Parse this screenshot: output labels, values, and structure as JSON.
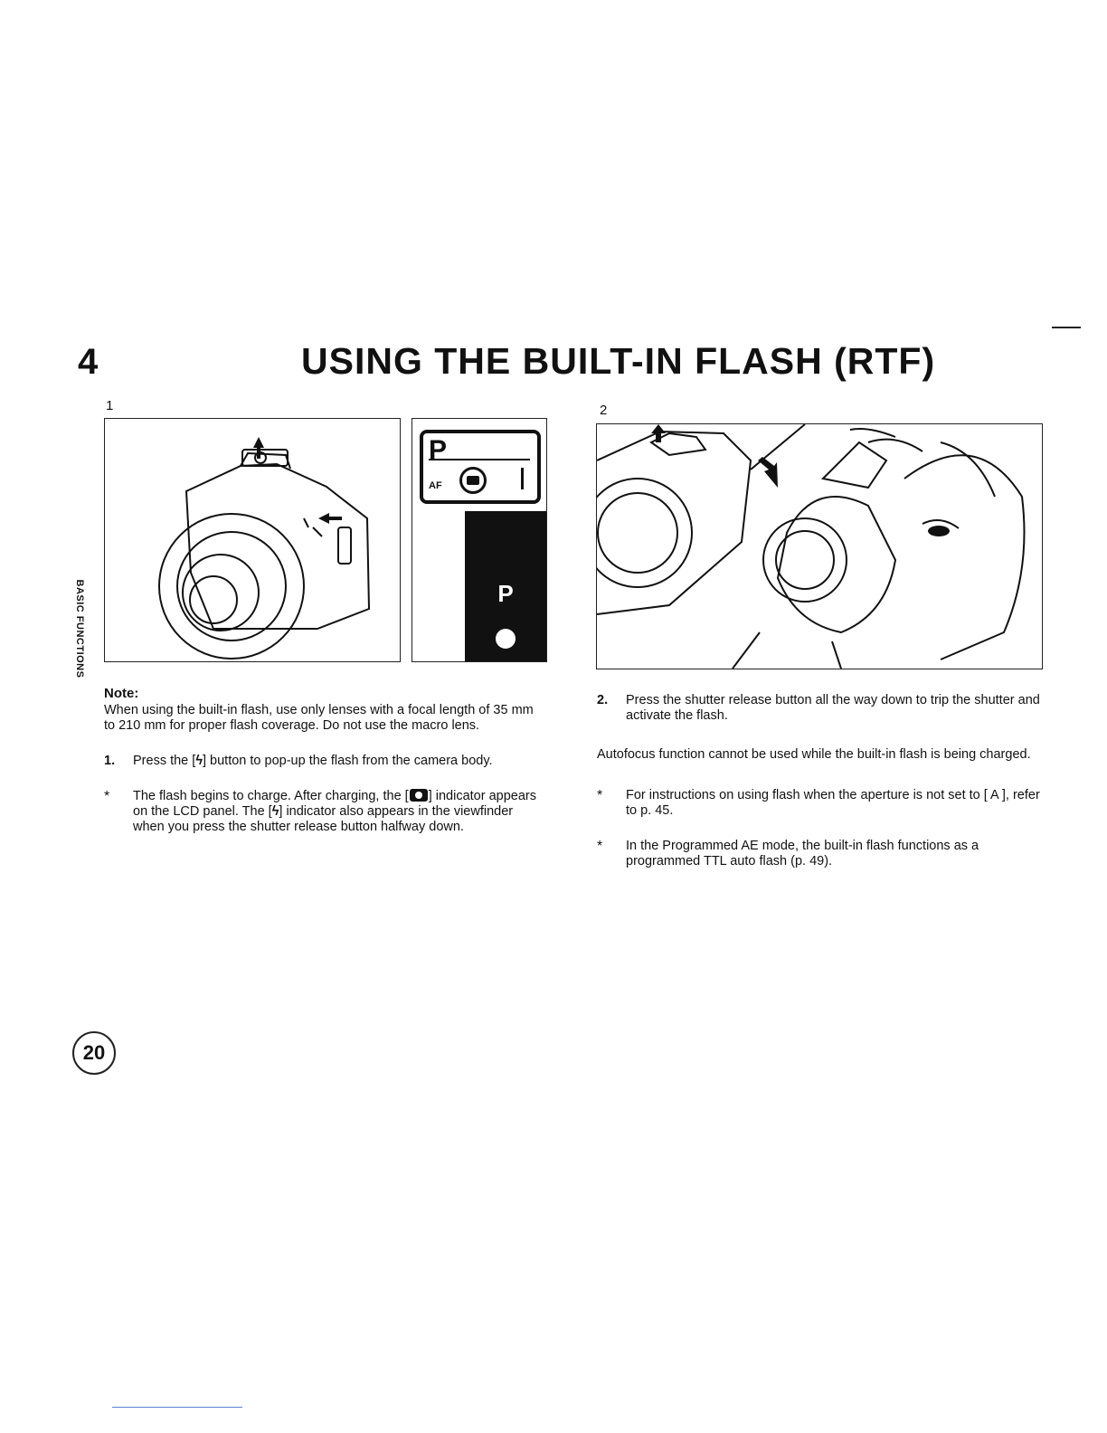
{
  "header": {
    "chapter_number": "4",
    "title": "USING THE BUILT-IN FLASH (RTF)"
  },
  "side_tab": {
    "label": "BASIC FUNCTIONS"
  },
  "figures": {
    "fig1": {
      "number": "1"
    },
    "lcd": {
      "mode_letter": "P",
      "af_label": "AF"
    },
    "viewfinder": {
      "mode_letter": "P"
    },
    "fig2": {
      "number": "2"
    }
  },
  "left_column": {
    "note_label": "Note:",
    "note_text": "When using the built-in flash, use only lenses with a focal length of 35 mm to 210 mm for proper flash coverage. Do not use the macro lens.",
    "step1": {
      "marker": "1.",
      "text_before": "Press the [",
      "text_after": "] button to pop-up the flash from the camera body."
    },
    "bullet1": {
      "marker": "*",
      "text_a": "The flash begins to charge. After charging, the [",
      "text_b": "] indicator appears on the LCD panel. The [",
      "text_c": "] indicator also appears in the viewfinder when you press the shutter release button halfway down."
    }
  },
  "right_column": {
    "step2": {
      "marker": "2.",
      "text": "Press the shutter release button all the way down to trip the shutter and activate the flash."
    },
    "autofocus_text": "Autofocus function cannot be used while the built-in flash is being charged.",
    "bullet_aperture": {
      "marker": "*",
      "text": "For instructions on using flash when the aperture is not set to [ A ], refer to p. 45."
    },
    "bullet_programmed": {
      "marker": "*",
      "text": "In the Programmed AE mode, the built-in flash functions as a programmed TTL auto flash (p. 49)."
    }
  },
  "footer": {
    "page_number": "20"
  }
}
